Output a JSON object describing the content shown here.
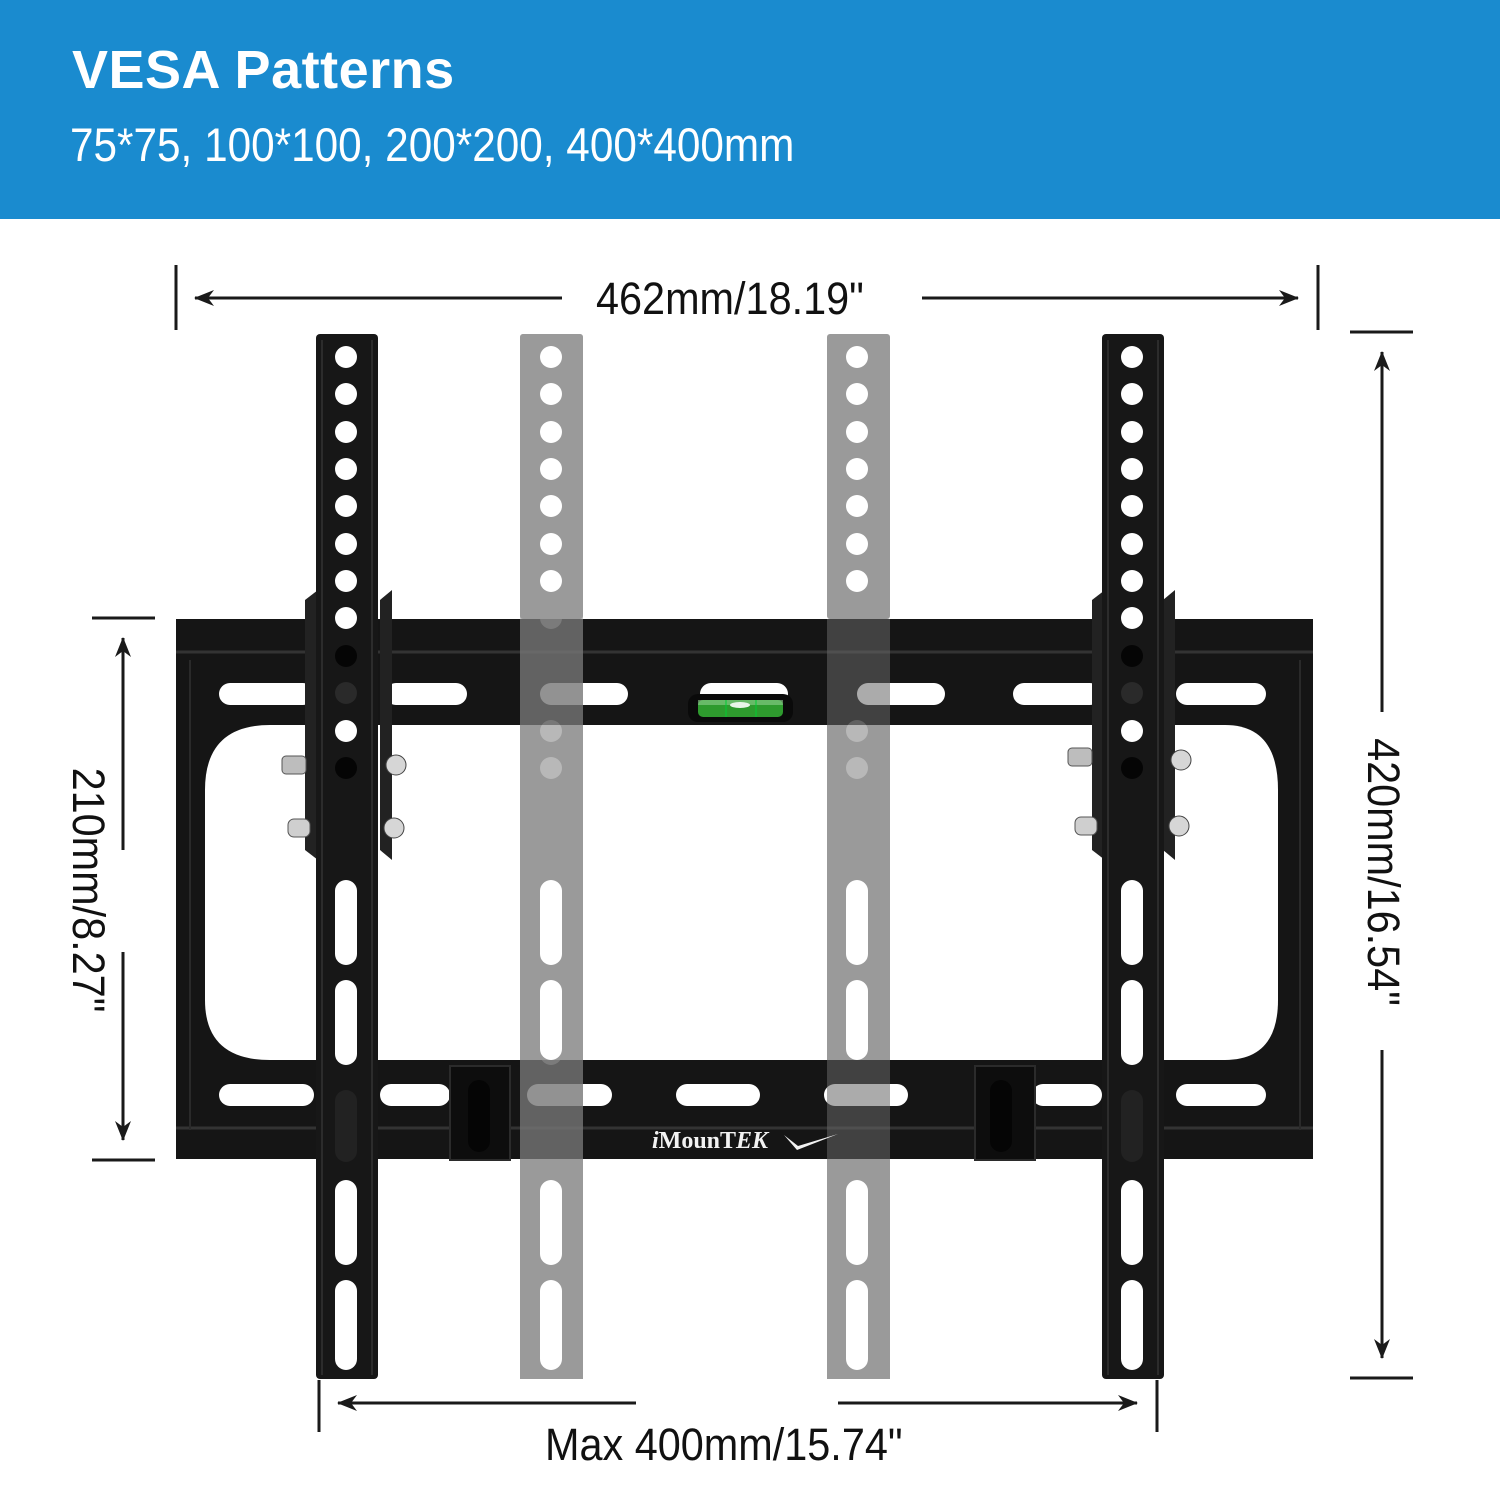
{
  "header": {
    "title": "VESA Patterns",
    "subtitle": "75*75, 100*100, 200*200, 400*400mm",
    "background_color": "#1a8bcf"
  },
  "dimensions": {
    "overall_width": "462mm/18.19\"",
    "overall_height": "420mm/16.54\"",
    "plate_height": "210mm/8.27\"",
    "max_vesa": "Max 400mm/15.74\""
  },
  "product": {
    "brand_prefix": "i",
    "brand_middle": "Moun",
    "brand_t": "T",
    "brand_suffix": "EK",
    "brand_mark": "checkmark-swoosh",
    "colors": {
      "steel": "#141414",
      "ghost_arm": "#9a9a9a",
      "bubble_level": "#2e9a2e"
    },
    "arms": [
      {
        "position": "left",
        "style": "solid"
      },
      {
        "position": "inner-left",
        "style": "ghost"
      },
      {
        "position": "inner-right",
        "style": "ghost"
      },
      {
        "position": "right",
        "style": "solid"
      }
    ]
  }
}
